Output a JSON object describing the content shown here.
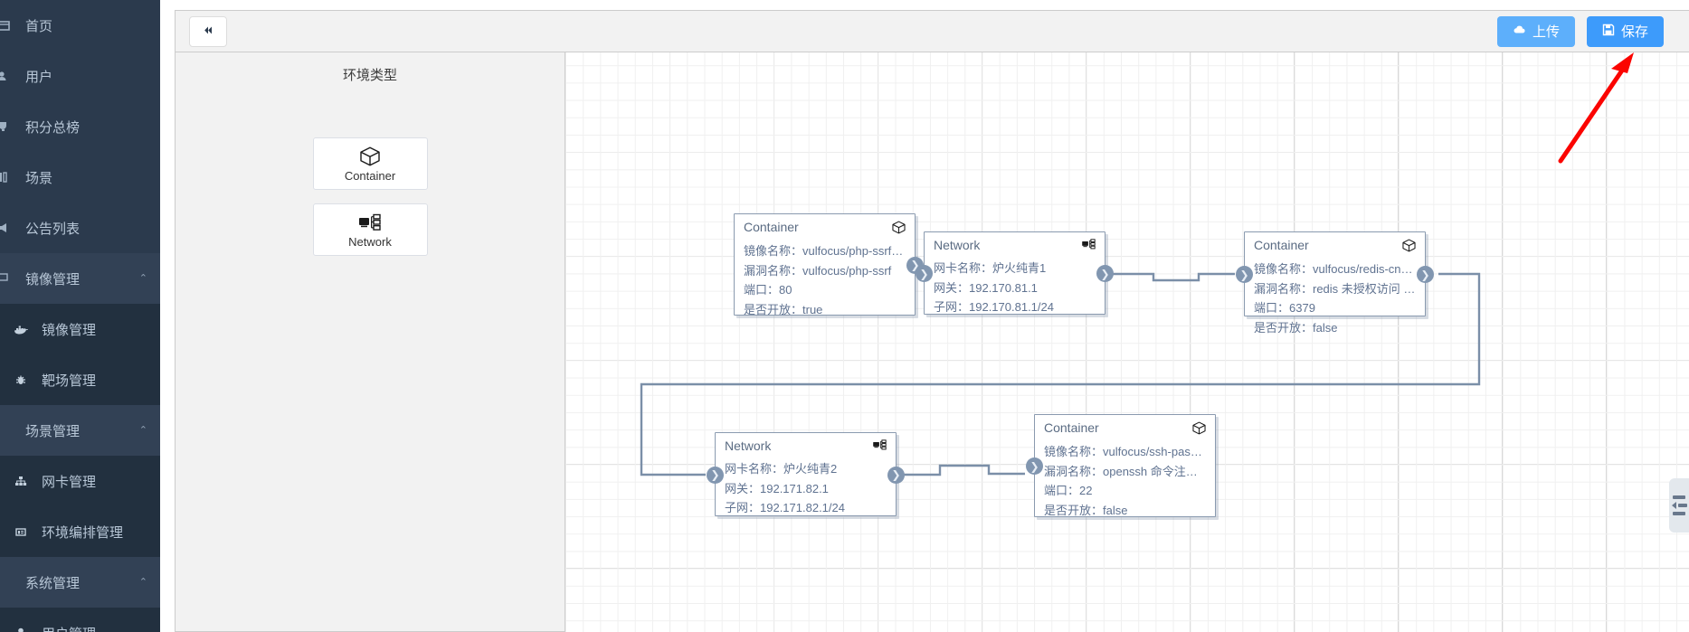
{
  "sidebar": {
    "items": [
      {
        "label": "首页",
        "icon": "home-icon"
      },
      {
        "label": "用户",
        "icon": "user-icon"
      },
      {
        "label": "积分总榜",
        "icon": "trophy-icon"
      },
      {
        "label": "场景",
        "icon": "layers-icon"
      },
      {
        "label": "公告列表",
        "icon": "bullhorn-icon"
      }
    ],
    "groups": [
      {
        "label": "镜像管理",
        "chevron": "⌃",
        "children": [
          {
            "label": "镜像管理",
            "icon": "docker-icon"
          },
          {
            "label": "靶场管理",
            "icon": "bug-icon"
          }
        ]
      },
      {
        "label": "场景管理",
        "chevron": "⌃",
        "children": [
          {
            "label": "网卡管理",
            "icon": "sitemap-icon"
          },
          {
            "label": "环境编排管理",
            "icon": "window-icon"
          }
        ]
      },
      {
        "label": "系统管理",
        "chevron": "⌃",
        "children": [
          {
            "label": "用户管理",
            "icon": "person-icon"
          }
        ]
      }
    ]
  },
  "toolbar": {
    "collapse_icon": "double-chevron-left-icon",
    "upload_label": "上传",
    "upload_icon": "cloud-upload-icon",
    "save_label": "保存",
    "save_icon": "floppy-disk-icon",
    "upload_color": "#5daffb",
    "save_color": "#3d9bfb"
  },
  "palette": {
    "title": "环境类型",
    "items": [
      {
        "label": "Container",
        "icon": "cube-icon"
      },
      {
        "label": "Network",
        "icon": "network-icon"
      }
    ]
  },
  "canvas": {
    "right_handle_icon": "collapse-right-icon",
    "nodes": [
      {
        "id": "php-ssrf",
        "type": "Container",
        "icon": "cube-icon",
        "rows": [
          "镜像名称：vulfocus/php-ssrf…",
          "漏洞名称：vulfocus/php-ssrf",
          "端口：80",
          "是否开放：true"
        ]
      },
      {
        "id": "net1",
        "type": "Network",
        "icon": "network-icon",
        "rows": [
          "网卡名称：炉火纯青1",
          "网关：192.170.81.1",
          "子网：192.170.81.1/24"
        ]
      },
      {
        "id": "redis",
        "type": "Container",
        "icon": "cube-icon",
        "rows": [
          "镜像名称：vulfocus/redis-cn…",
          "漏洞名称：redis 未授权访问 …",
          "端口：6379",
          "是否开放：false"
        ]
      },
      {
        "id": "net2",
        "type": "Network",
        "icon": "network-icon",
        "rows": [
          "网卡名称：炉火纯青2",
          "网关：192.171.82.1",
          "子网：192.171.82.1/24"
        ]
      },
      {
        "id": "ssh",
        "type": "Container",
        "icon": "cube-icon",
        "rows": [
          "镜像名称：vulfocus/ssh-pas…",
          "漏洞名称：openssh 命令注…",
          "端口：22",
          "是否开放：false"
        ]
      }
    ],
    "port_glyph": "❯"
  },
  "annotation": {
    "arrow_color": "#fb0400",
    "points_to": "保存"
  }
}
